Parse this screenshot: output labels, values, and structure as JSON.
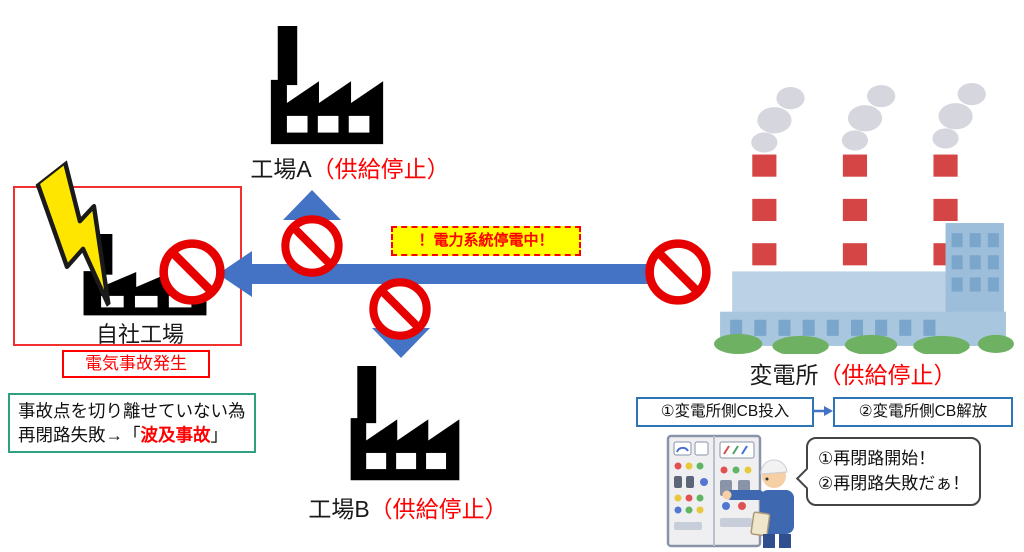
{
  "colors": {
    "flow_arrow_blue": "#4472C4",
    "prohibition_red": "#E60000",
    "alert_red": "#FF0000",
    "banner_yellow": "#FFFF00",
    "note_border_green": "#2FA080",
    "cb_box_border_blue": "#2E75B6",
    "lightning_yellow": "#FFE600"
  },
  "factory_a": {
    "name": "工場A",
    "status": "（供給停止）"
  },
  "factory_b": {
    "name": "工場B",
    "status": "（供給停止）"
  },
  "own_factory": {
    "name": "自社工場",
    "incident_label": "電気事故発生"
  },
  "failure_note": {
    "line1": "事故点を切り離せていない為",
    "line2_prefix": "再閉路失敗→「",
    "line2_highlight": "波及事故",
    "line2_suffix": "」"
  },
  "substation": {
    "name": "変電所",
    "status": "（供給停止）"
  },
  "outage_banner": {
    "text": "！電力系統停電中！"
  },
  "cb_sequence": {
    "step1": "①変電所側CB投入",
    "step2": "②変電所側CB解放"
  },
  "operator_speech": {
    "line1": "①再閉路開始！",
    "line2": "②再閉路失敗だぁ！"
  },
  "icons": {
    "factory": "factory-icon",
    "lightning": "lightning-bolt-icon",
    "prohibition": "prohibition-icon",
    "power_plant": "power-plant-illustration",
    "control_panel": "control-panel-illustration",
    "worker": "worker-illustration"
  }
}
